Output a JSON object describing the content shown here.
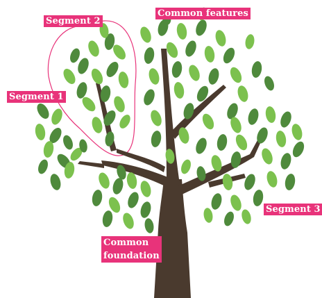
{
  "labels": {
    "common_features": "Common features",
    "segment_2": "Segment 2",
    "segment_1": "Segment 1",
    "segment_3": "Segment 3",
    "common_foundation": "Common\nfoundation"
  },
  "colors": {
    "label_bg": "#e8337a",
    "label_text": "#ffffff",
    "trunk": "#4a3a2e",
    "leaf_dark": "#4f8a3c",
    "leaf_light": "#7cc14e",
    "outline": "#e8337a"
  }
}
